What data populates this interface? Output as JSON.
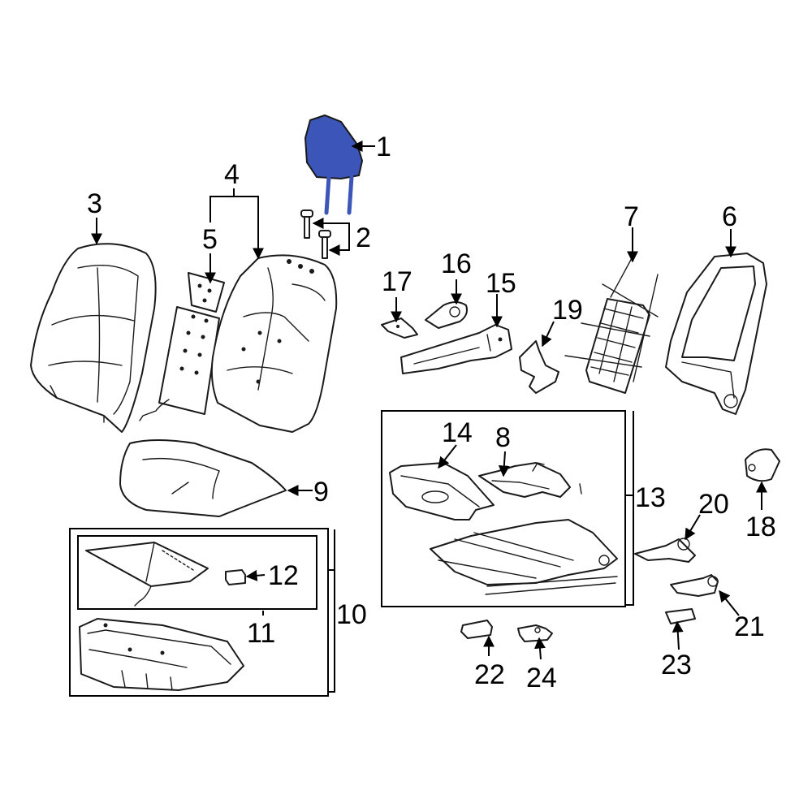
{
  "diagram": {
    "highlight_color": "#3b56b8",
    "line_color": "#1a1a1a",
    "background": "#ffffff",
    "callouts": [
      "1",
      "2",
      "3",
      "4",
      "5",
      "6",
      "7",
      "8",
      "9",
      "10",
      "11",
      "12",
      "13",
      "14",
      "15",
      "16",
      "17",
      "18",
      "19",
      "20",
      "21",
      "22",
      "23",
      "24"
    ]
  }
}
